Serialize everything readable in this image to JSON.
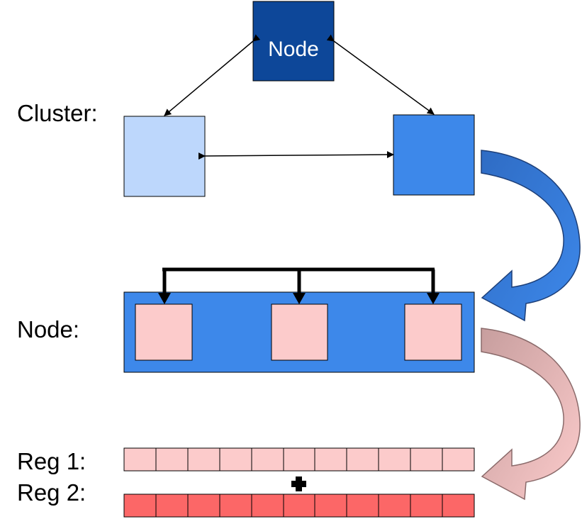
{
  "labels": {
    "cluster": "Cluster:",
    "node": "Node:",
    "reg1": "Reg 1:",
    "reg2": "Reg 2:"
  },
  "top_node": {
    "label": "Node"
  },
  "registers": {
    "reg1_cells": 11,
    "reg2_cells": 11
  },
  "colors": {
    "top_node": "#0d4799",
    "cluster_left": "#bdd7fc",
    "cluster_right": "#3d88ea",
    "node_container": "#3d88ea",
    "core": "#fccbcb",
    "reg1": "#fccbcb",
    "reg2": "#fc6767",
    "arrow_blue_dark": "#2f6cc4",
    "arrow_blue_light": "#3d88ea",
    "arrow_pink_dark": "#c79e9e",
    "arrow_pink_light": "#fccbcb"
  },
  "icons": {
    "plus": "plus-icon"
  }
}
